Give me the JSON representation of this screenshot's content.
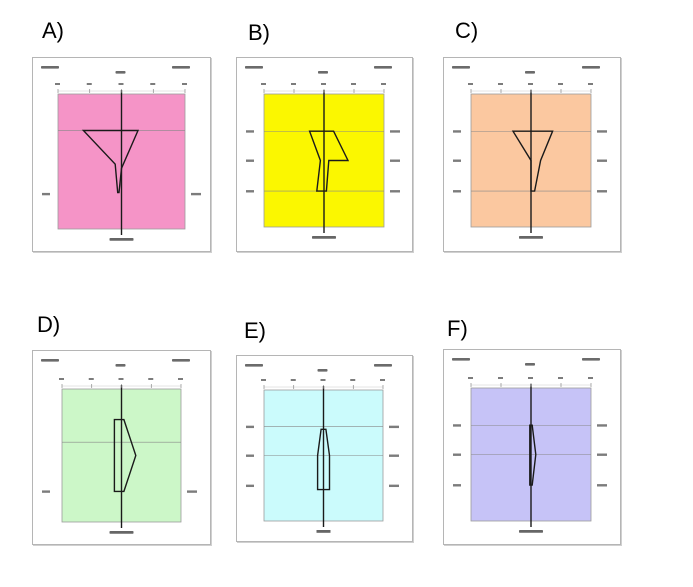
{
  "figure": {
    "panels": [
      {
        "letter": "A)",
        "fill": "#f594c7",
        "layout": "pink"
      },
      {
        "letter": "B)",
        "fill": "#fbf700",
        "layout": "std"
      },
      {
        "letter": "C)",
        "fill": "#fbc8a0",
        "layout": "std"
      },
      {
        "letter": "D)",
        "fill": "#ccf7c8",
        "layout": "green"
      },
      {
        "letter": "E)",
        "fill": "#cbfbfc",
        "layout": "std"
      },
      {
        "letter": "F)",
        "fill": "#c6c3f7",
        "layout": "std"
      }
    ],
    "colors": {
      "axis": "#1a1a1a",
      "gridline": "#888888",
      "frame": "#9c9c9c"
    }
  }
}
